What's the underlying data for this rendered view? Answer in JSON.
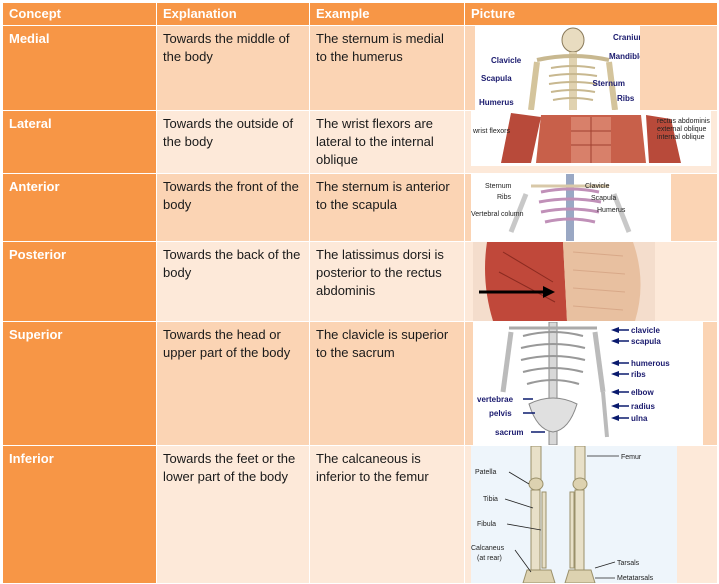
{
  "headers": [
    "Concept",
    "Explanation",
    "Example",
    "Picture"
  ],
  "rows": [
    {
      "concept": "Medial",
      "explanation": "Towards the middle of the body",
      "example": "The sternum is medial to the humerus",
      "labels": [
        "Cranium",
        "Mandible",
        "Clavicle",
        "Scapula",
        "Sternum",
        "Ribs",
        "Humerus"
      ]
    },
    {
      "concept": "Lateral",
      "explanation": "Towards the outside of the body",
      "example": "The wrist flexors are lateral to the internal oblique",
      "labels": [
        "wrist flexors",
        "rectus abdominis",
        "external oblique",
        "internal oblique"
      ]
    },
    {
      "concept": "Anterior",
      "explanation": "Towards the front of the body",
      "example": "The sternum is anterior to the scapula",
      "labels": [
        "Sternum",
        "Ribs",
        "Vertebral column",
        "Clavicle",
        "Scapula",
        "Humerus"
      ]
    },
    {
      "concept": "Posterior",
      "explanation": "Towards the back of the body",
      "example": "The latissimus dorsi is posterior to the rectus abdominis",
      "labels": []
    },
    {
      "concept": "Superior",
      "explanation": "Towards the head or upper part of the body",
      "example": "The clavicle is superior to the sacrum",
      "labels": [
        "clavicle",
        "scapula",
        "humerous",
        "ribs",
        "elbow",
        "radius",
        "ulna",
        "vertebrae",
        "pelvis",
        "sacrum"
      ]
    },
    {
      "concept": "Inferior",
      "explanation": "Towards the feet or the lower part of the body",
      "example": "The calcaneous is inferior to the femur",
      "labels": [
        "Femur",
        "Patella",
        "Tibia",
        "Fibula",
        "Calcaneus",
        "(at rear)",
        "Tarsals",
        "Metatarsals"
      ]
    }
  ],
  "colors": {
    "accent": "#f79646",
    "row_light": "#fde9d9",
    "row_dark": "#fbd4b4"
  }
}
